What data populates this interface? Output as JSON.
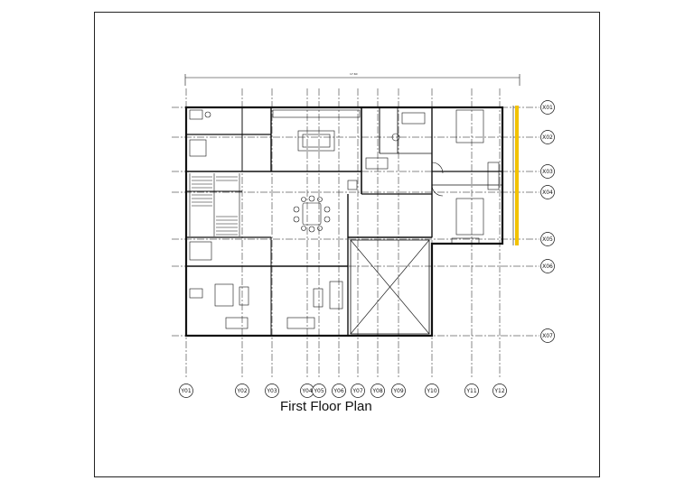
{
  "caption": "First Floor Plan",
  "overall_dimension": "17.60",
  "grid_x_labels": [
    "Y01",
    "Y02",
    "Y03",
    "Y04",
    "Y05",
    "Y06",
    "Y07",
    "Y08",
    "Y09",
    "Y10",
    "Y11",
    "Y12"
  ],
  "grid_y_labels": [
    "X01",
    "X02",
    "X03",
    "X04",
    "X05",
    "X06",
    "X07"
  ],
  "colors": {
    "line": "#111111",
    "accent": "#f2c200",
    "paper": "#ffffff"
  }
}
